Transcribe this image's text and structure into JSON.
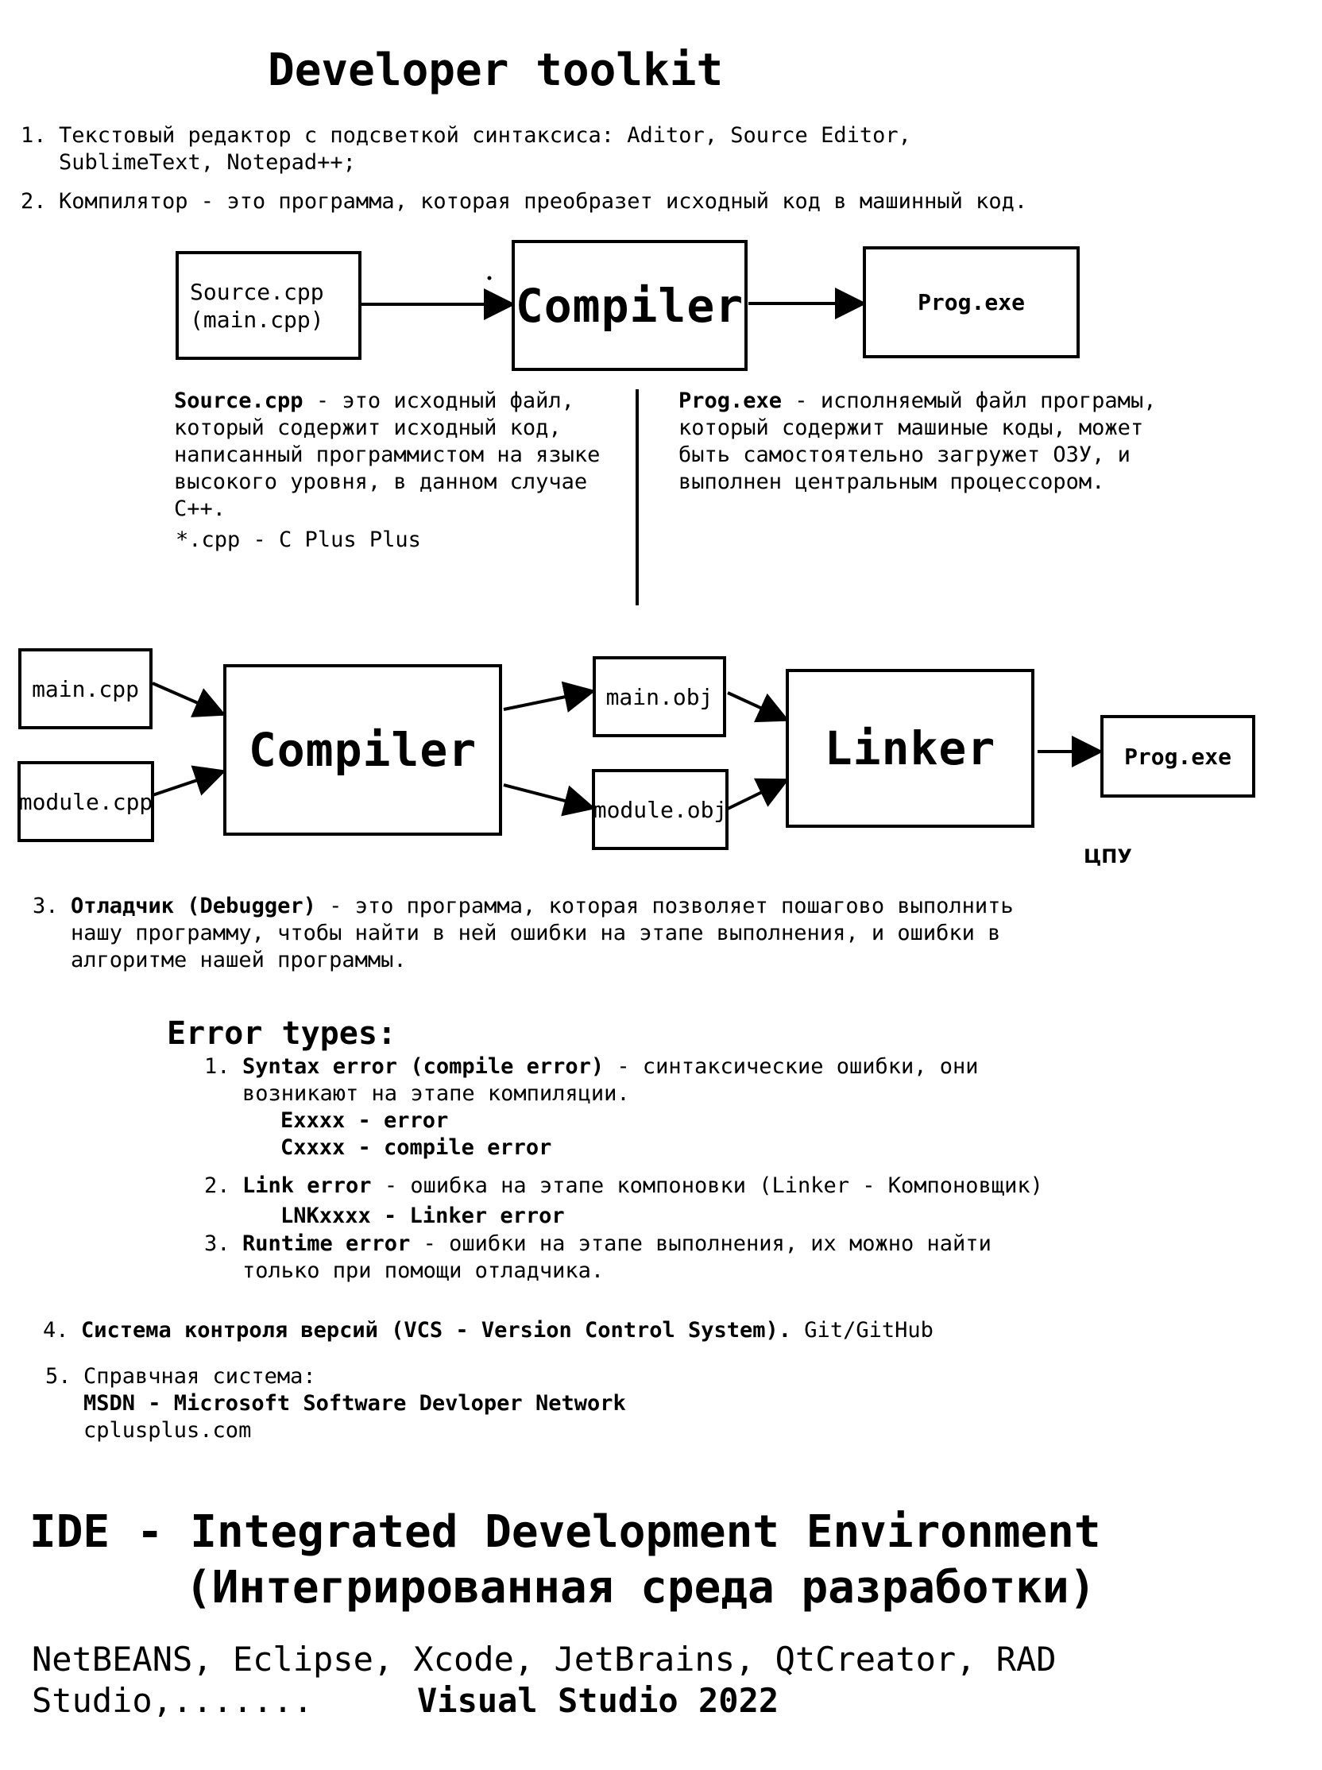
{
  "title": "Developer toolkit",
  "item1": {
    "num": "1.",
    "line1": "Текстовый редактор с подсветкой синтаксиса: Aditor, Source Editor,",
    "line2": "SublimeText, Notepad++;"
  },
  "item2": {
    "num": "2.",
    "line1": "Компилятор - это программа, которая преобразет исходный код в машинный код."
  },
  "diagram1": {
    "source_box": "Source.cpp\n(main.cpp)",
    "compiler_box": "Compiler",
    "prog_box": "Prog.exe"
  },
  "source_desc": {
    "term": "Source.cpp",
    "line1_rest": " - это исходный файл,",
    "line2": "который содержит исходный код,",
    "line3": "написанный программистом на языке",
    "line4": "высокого уровня, в данном случае",
    "line5": "С++.",
    "line6": "*.cpp - C Plus Plus"
  },
  "prog_desc": {
    "term": "Prog.exe",
    "line1_rest": " - исполняемый файл програмы,",
    "line2": "который содержит машиные коды, может",
    "line3": "быть самостоятельно загружет ОЗУ, и",
    "line4": "выполнен центральным процессором."
  },
  "diagram2": {
    "main_cpp": "main.cpp",
    "module_cpp": "module.cpp",
    "compiler": "Compiler",
    "main_obj": "main.obj",
    "module_obj": "module.obj",
    "linker": "Linker",
    "prog_exe": "Prog.exe",
    "cpu_label": "ЦПУ"
  },
  "item3": {
    "num": "3.",
    "term": "Отладчик (Debugger)",
    "line1_rest": " - это программа, которая позволяет пошагово выполнить",
    "line2": "нашу программу, чтобы найти в ней ошибки на этапе выполнения, и ошибки в",
    "line3": "алгоритме нашей программы."
  },
  "errors": {
    "heading": "Error types:",
    "e1_num": "1.",
    "e1_term": "Syntax error (compile error)",
    "e1_rest": " - синтаксические ошибки, они",
    "e1_line2": "возникают на этапе компиляции.",
    "e1_code1": "Exxxx - error",
    "e1_code2": "Cxxxx - compile error",
    "e2_num": "2.",
    "e2_term": "Link error",
    "e2_rest": " - ошибка на этапе компоновки (Linker - Компоновщик)",
    "e2_code": "LNKxxxx - Linker error",
    "e3_num": "3.",
    "e3_term": "Runtime error",
    "e3_rest": " - ошибки на этапе выполнения, их можно найти",
    "e3_line2": "только при помощи отладчика."
  },
  "item4": {
    "num": "4.",
    "term": "Система контроля версий (VCS - Version Control System).",
    "rest": " Git/GitHub"
  },
  "item5": {
    "num": "5.",
    "line1": "Справчная система:",
    "line2": "MSDN - Microsoft Software Devloper Network",
    "line3": "cplusplus.com"
  },
  "ide": {
    "line1": "IDE - Integrated Development Environment",
    "line2": "(Интегрированная среда разработки)"
  },
  "tools": {
    "line1": "NetBEANS, Eclipse, Xcode, JetBrains, QtCreator, RAD",
    "line2": "Studio,.......",
    "highlight": "Visual Studio 2022"
  }
}
